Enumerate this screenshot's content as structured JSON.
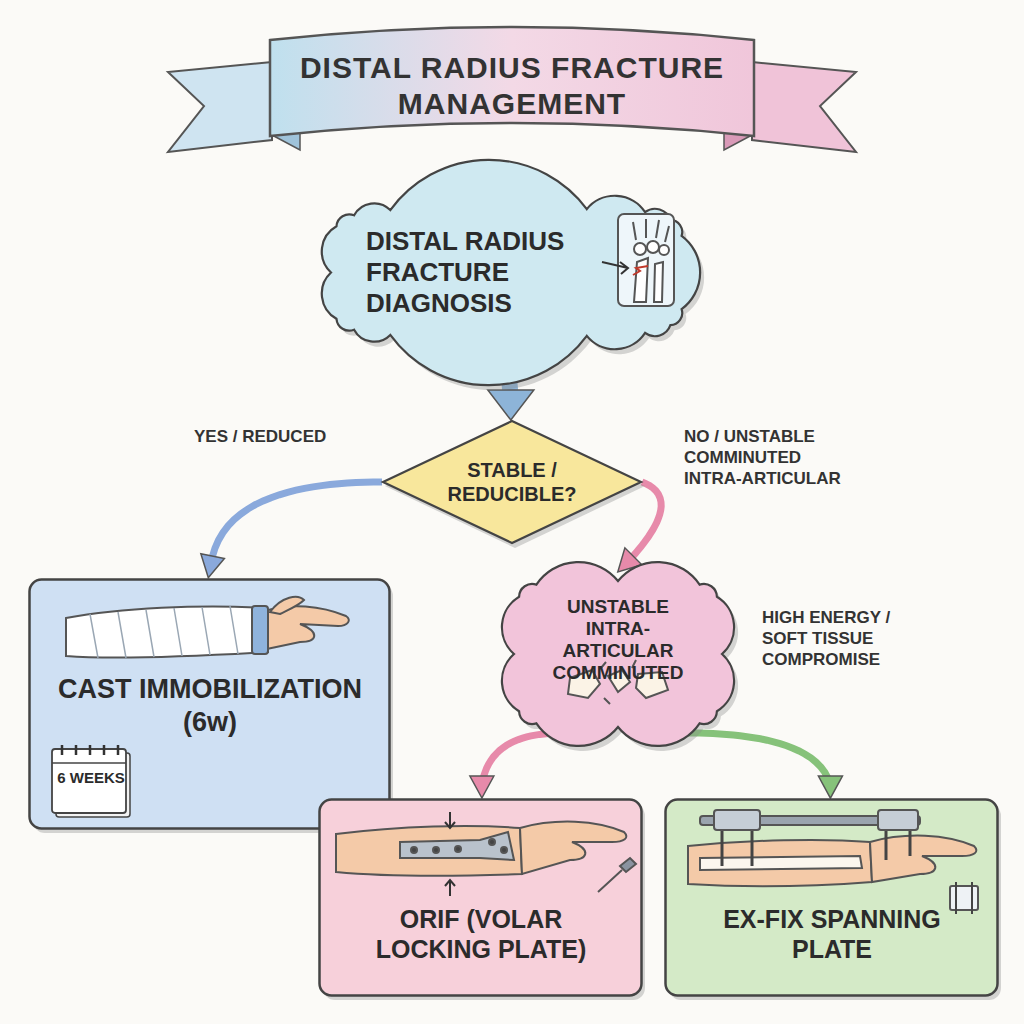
{
  "diagram": {
    "title": "DISTAL RADIUS FRACTURE MANAGEMENT",
    "nodes": [
      {
        "text": [
          "DISTAL RADIUS FRACTURE DIAGNOSIS"
        ]
      },
      {
        "text": [
          "STABLE / REDUCIBLE?"
        ]
      },
      {
        "text": [
          "CAST IMMOBILIZATION (6w)",
          "6 WEEKS"
        ]
      },
      {
        "text": [
          "UNSTABLE INTRA-ARTICULAR COMMINUTED"
        ]
      },
      {
        "text": [
          "ORIF (VOLAR LOCKING PLATE)"
        ]
      },
      {
        "text": [
          "EX-FIX SPANNING PLATE"
        ]
      }
    ],
    "edges": [
      {
        "from": 0,
        "to": 1,
        "arrow": "to"
      },
      {
        "from": 1,
        "to": 2,
        "label": "YES / REDUCED",
        "arrow": "to"
      },
      {
        "from": 1,
        "to": 3,
        "label": "NO / UNSTABLE COMMINUTED INTRA-ARTICULAR",
        "arrow": "to"
      },
      {
        "from": 3,
        "to": 4,
        "arrow": "to"
      },
      {
        "from": 3,
        "to": 5,
        "label": "HIGH ENERGY / SOFT TISSUE COMPROMISE",
        "arrow": "to"
      }
    ]
  }
}
